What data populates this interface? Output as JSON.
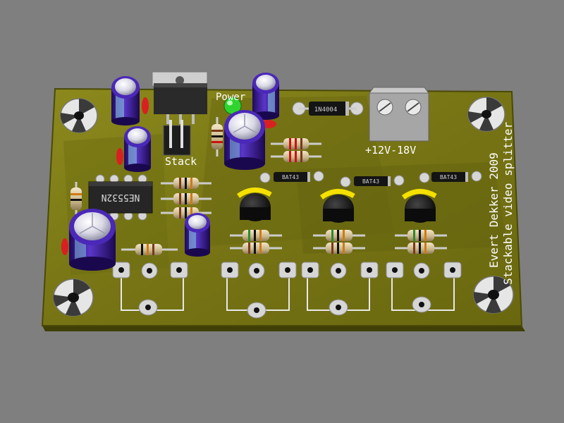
{
  "board": {
    "labels": {
      "power": "Power",
      "stack": "Stack",
      "voltage": "+12V-18V",
      "author": "Evert Dekker  2009",
      "title": "Stackable video splitter"
    },
    "parts": {
      "opamp": "NE5532N",
      "rectifier": "1N4004",
      "diode": "BAT43"
    }
  },
  "colors": {
    "background": "#7f7f7f",
    "pcb": "#7a7a14",
    "pcb_edge": "#4a4a08",
    "copper_pad": "#d6d6d6",
    "capacitor": "#3a1a8c",
    "led": "#33dd33",
    "transistor": "#151515",
    "terminal_block": "#a8a8a8",
    "resistor_body": "#d6c6a0"
  },
  "icons": {
    "mounting_hole": "mounting-hole-icon",
    "terminal_screw": "screw-icon"
  }
}
